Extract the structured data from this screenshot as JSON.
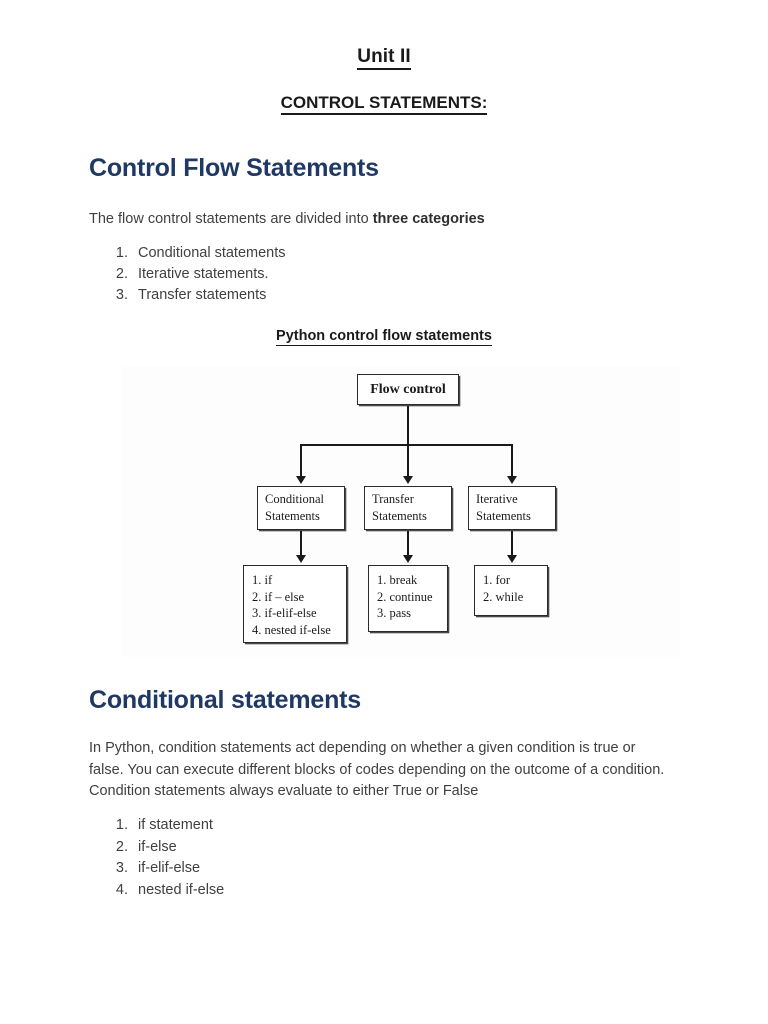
{
  "document": {
    "title": "Unit II",
    "subtitle": "CONTROL STATEMENTS:",
    "heading_color": "#1f3864",
    "body_color": "#404040"
  },
  "section_flow": {
    "heading": "Control Flow Statements",
    "intro_text": "The flow control statements are divided into ",
    "intro_bold": "three categories",
    "categories": [
      "Conditional statements",
      "Iterative statements.",
      "Transfer statements"
    ]
  },
  "diagram": {
    "caption": "Python control flow statements",
    "root": "Flow control",
    "branches": [
      {
        "name": "conditional-branch",
        "title_line1": "Conditional",
        "title_line2": "Statements",
        "items": [
          "1. if",
          "2. if – else",
          "3. if-elif-else",
          "4. nested if-else"
        ]
      },
      {
        "name": "transfer-branch",
        "title_line1": "Transfer",
        "title_line2": "Statements",
        "items": [
          "1. break",
          "2. continue",
          "3. pass"
        ]
      },
      {
        "name": "iterative-branch",
        "title_line1": "Iterative",
        "title_line2": "Statements",
        "items": [
          "1. for",
          "2. while"
        ]
      }
    ]
  },
  "section_conditional": {
    "heading": "Conditional statements",
    "paragraph": "In Python, condition statements act depending on whether a given condition is true or false. You can execute different blocks of codes depending on the outcome of a condition. Condition statements always evaluate to either True or False",
    "items": [
      "if statement",
      "if-else",
      "if-elif-else",
      "nested if-else"
    ]
  }
}
